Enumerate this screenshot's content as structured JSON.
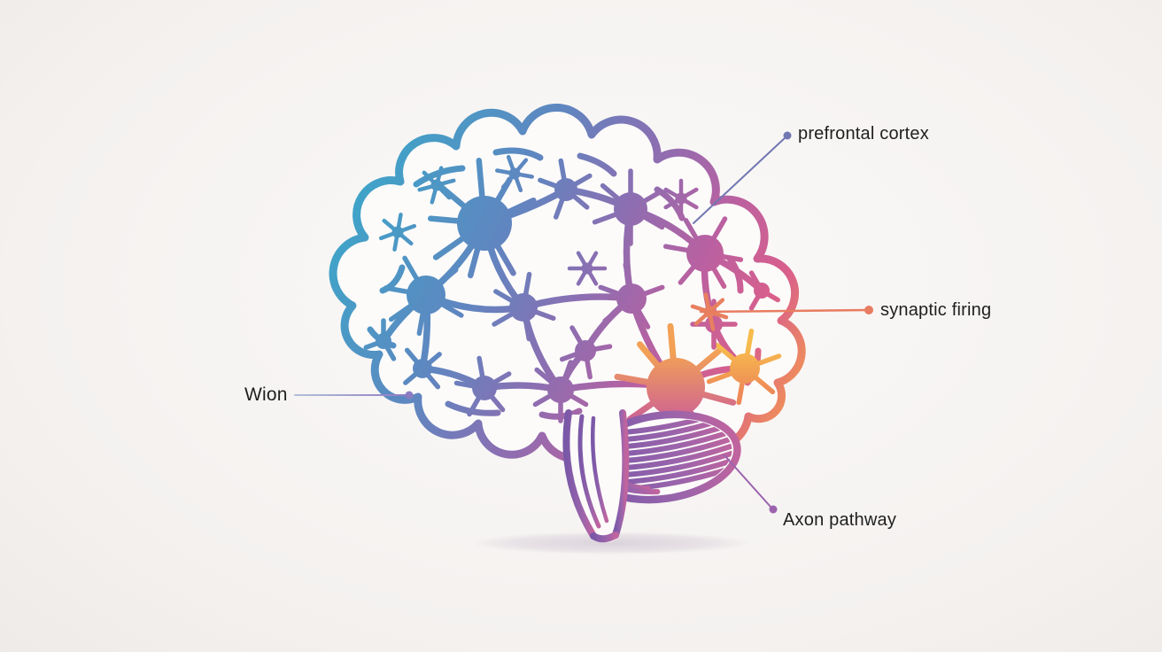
{
  "illustration": {
    "title": "brain neural network illustration",
    "background": {
      "center": "#fbfaf9",
      "edge": "#e2dedc"
    },
    "palette": {
      "teal": "#3da6c9",
      "blue": "#5f86c0",
      "violet": "#8a6fb2",
      "magenta": "#bb60a0",
      "pink": "#d95f8b",
      "orange": "#ef8e5a",
      "yellow": "#f7bb4d",
      "cerebellum_purple": "#7a58a8",
      "interior_fill": "#fcfbfa"
    }
  },
  "labels": {
    "prefrontal": {
      "text": "prefrontal cortex",
      "color": "#1f1f1f",
      "accent": "#7277b2"
    },
    "synaptic": {
      "text": "synaptic firing",
      "color": "#1f1f1f",
      "accent": "#e87c60"
    },
    "wion": {
      "text": "Wion",
      "color": "#1f1f1f",
      "accent": "#8d7cc2",
      "line_start": "#b3c0da"
    },
    "axon": {
      "text": "Axon pathway",
      "color": "#1f1f1f",
      "accent": "#9b63ae"
    }
  }
}
